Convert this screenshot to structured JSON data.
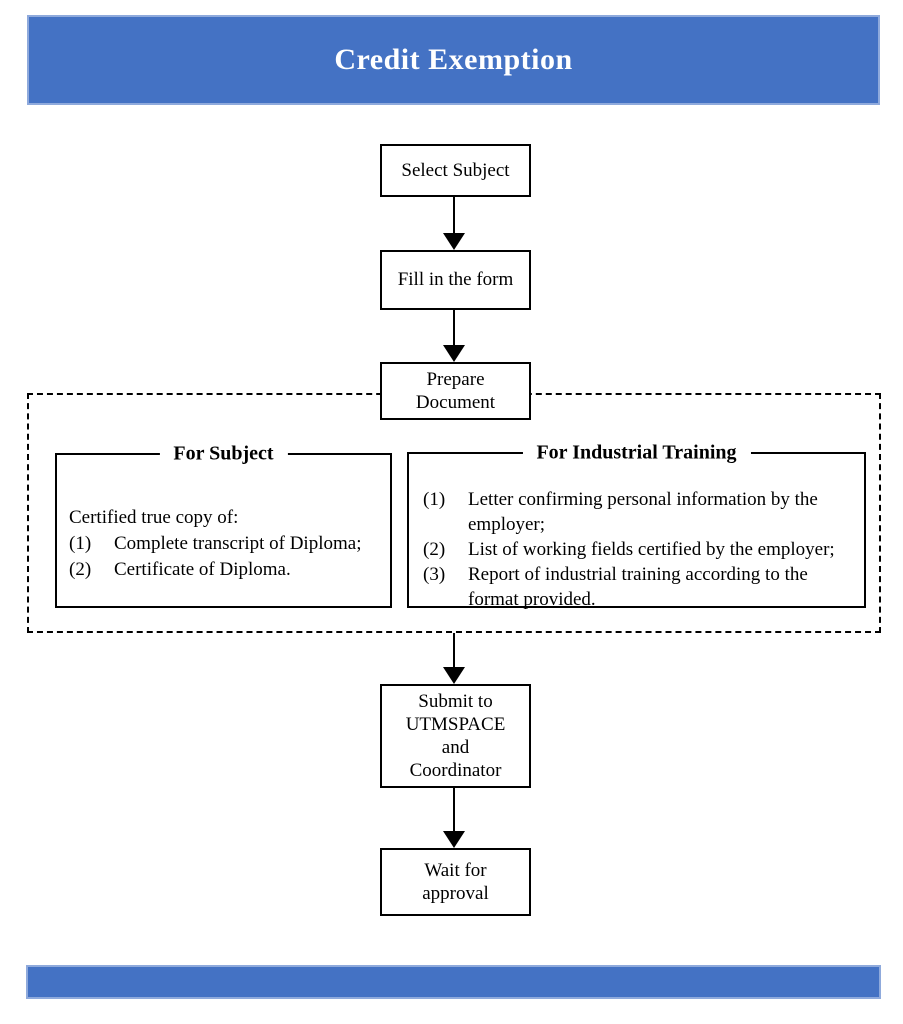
{
  "theme": {
    "accent": "#4472C4",
    "accent-border": "#8FAADC",
    "ink": "#000000",
    "paper": "#ffffff"
  },
  "header": {
    "title": "Credit Exemption"
  },
  "flow": {
    "steps": [
      {
        "label": "Select Subject"
      },
      {
        "label": "Fill in the form"
      },
      {
        "label": "Prepare\nDocument"
      },
      {
        "label": "Submit to\nUTMSPACE\nand\nCoordinator"
      },
      {
        "label": "Wait for\napproval"
      }
    ]
  },
  "panels": [
    {
      "title": "For Subject",
      "intro": "Certified true copy of:",
      "items": [
        {
          "marker": "(1)",
          "text": "Complete transcript of Diploma;"
        },
        {
          "marker": "(2)",
          "text": "Certificate of Diploma."
        }
      ]
    },
    {
      "title": "For Industrial Training",
      "items": [
        {
          "marker": "(1)",
          "text": "Letter confirming personal information by the employer;"
        },
        {
          "marker": "(2)",
          "text": "List of working fields certified by the employer;"
        },
        {
          "marker": "(3)",
          "text": "Report of industrial training according to the format provided."
        }
      ]
    }
  ]
}
